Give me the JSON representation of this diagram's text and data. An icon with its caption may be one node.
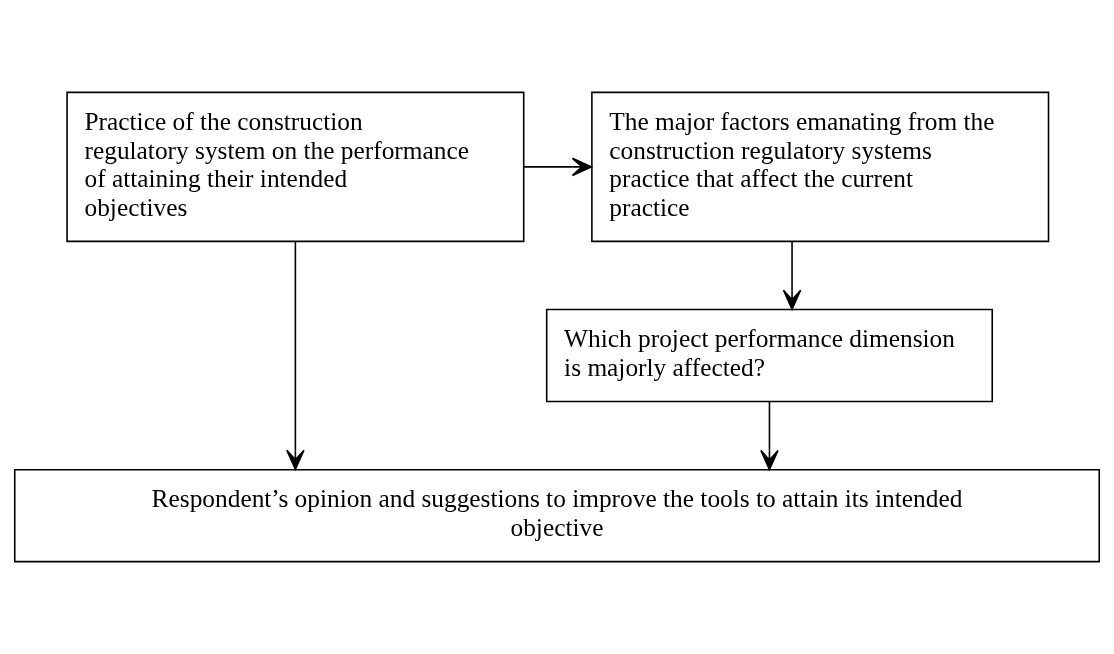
{
  "diagram": {
    "nodes": [
      {
        "text": [
          "Practice of the construction regulatory system on the performance of attaining their intended objectives"
        ]
      },
      {
        "text": [
          "The major factors emanating from the construction regulatory systems practice that affect the current practice"
        ]
      },
      {
        "text": [
          "Which project performance dimension is majorly affected?"
        ]
      },
      {
        "text": [
          "Respondent’s opinion and suggestions to improve the tools to attain its intended objective"
        ]
      }
    ],
    "edges": [
      {
        "from": 0,
        "to": 1,
        "arrow": "to"
      },
      {
        "from": 1,
        "to": 2,
        "arrow": "to"
      },
      {
        "from": 0,
        "to": 3,
        "arrow": "to"
      },
      {
        "from": 2,
        "to": 3,
        "arrow": "to"
      }
    ]
  }
}
